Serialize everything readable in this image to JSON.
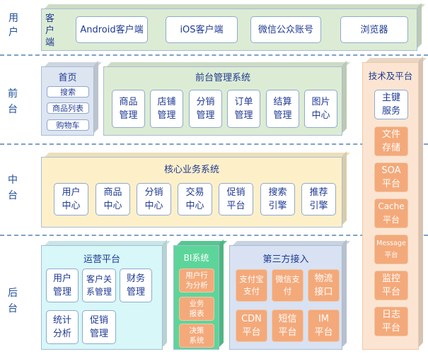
{
  "layers": {
    "user": "用户",
    "frontend": "前台",
    "middle": "中台",
    "backend": "后台"
  },
  "clients": {
    "label": "客户端",
    "items": [
      "Android客户端",
      "iOS客户端",
      "微信公众账号",
      "浏览器"
    ]
  },
  "home": {
    "title": "首页",
    "items": [
      "搜索",
      "商品列表",
      "购物车"
    ]
  },
  "front_mgmt": {
    "title": "前台管理系统",
    "items": [
      "商品\n管理",
      "店铺\n管理",
      "分销\n管理",
      "订单\n管理",
      "结算\n管理",
      "图片\n中心"
    ]
  },
  "core": {
    "title": "核心业务系统",
    "items": [
      "用户\n中心",
      "商品\n中心",
      "分销\n中心",
      "交易\n中心",
      "促销\n平台",
      "搜索\n引擎",
      "推荐\n引擎"
    ]
  },
  "ops": {
    "title": "运营平台",
    "items": [
      "用户\n管理",
      "客户关\n系管理",
      "财务\n管理",
      "统计\n分析",
      "促销\n管理"
    ]
  },
  "bi": {
    "title": "BI系统",
    "items": [
      "用户行\n为分析",
      "业务\n报表",
      "决策\n系统"
    ]
  },
  "third": {
    "title": "第三方接入",
    "items": [
      "支付宝\n支付",
      "微信支\n付",
      "物流\n接口",
      "CDN\n平台",
      "短信\n平台",
      "IM\n平台"
    ]
  },
  "tech": {
    "title": "技术及平台",
    "items": [
      "主键\n服务",
      "文件\n存储",
      "SOA\n平台",
      "Cache\n平台",
      "Message\n平台",
      "监控\n平台",
      "日志\n平台"
    ]
  },
  "colors": {
    "client_bg": "#dcecd4",
    "home_bg": "#dde5f1",
    "front_bg": "#dcecd4",
    "core_bg": "#fdf0c9",
    "ops_bg": "#d7f7f8",
    "bi_bg": "#5dd59a",
    "third_bg": "#d8e2f2",
    "tech_bg": "#fbe5d2",
    "accent": "#f4a97a"
  }
}
